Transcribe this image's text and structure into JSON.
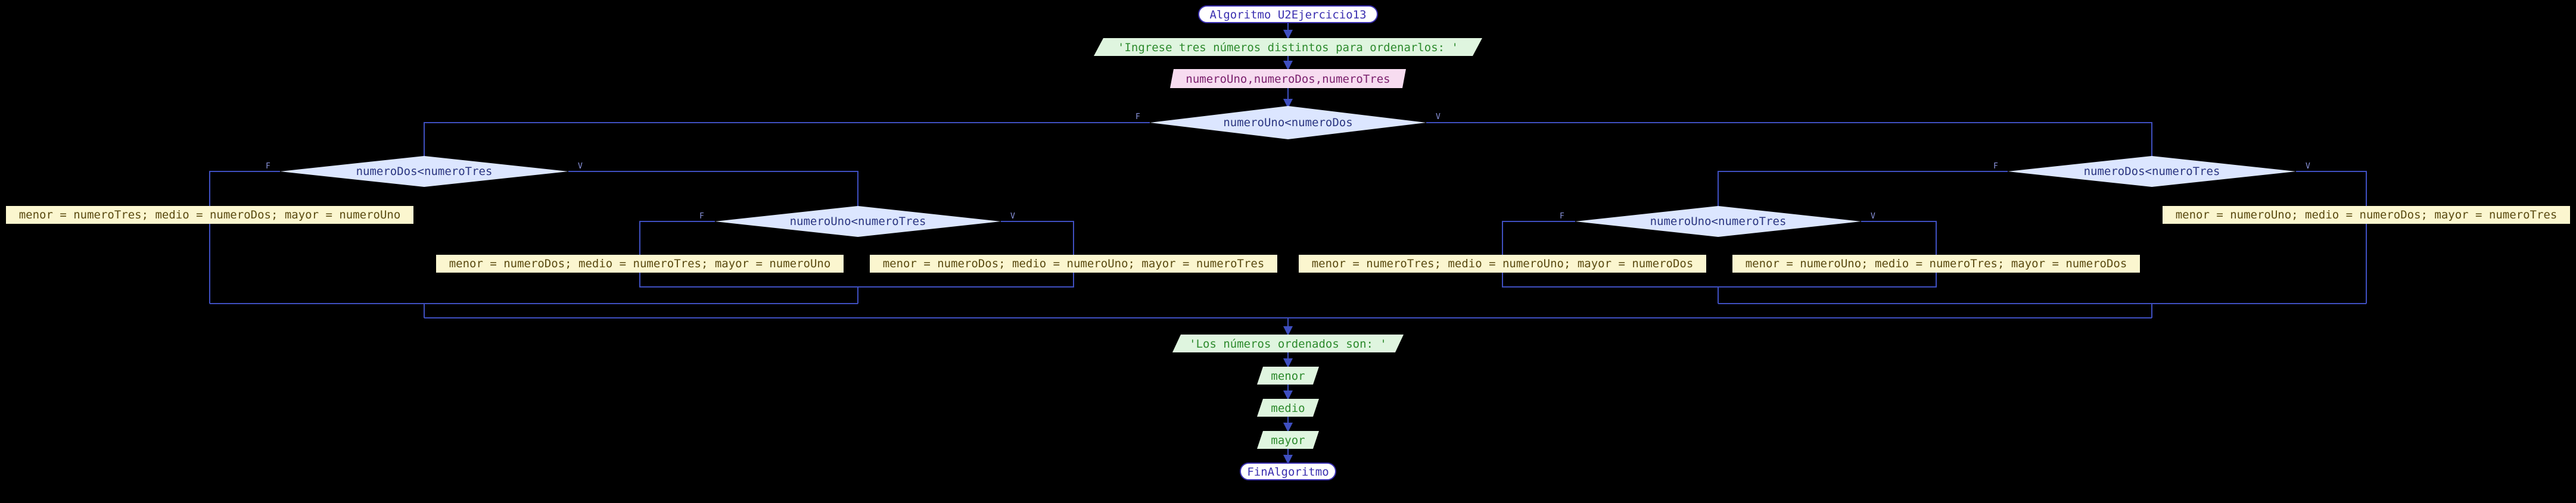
{
  "flowchart": {
    "start_label": "Algoritmo U2Ejercicio13",
    "prompt_label": "'Ingrese tres números distintos para ordenarlos: '",
    "read_label": "numeroUno,numeroDos,numeroTres",
    "cond_main": "numeroUno<numeroDos",
    "cond_left": "numeroDos<numeroTres",
    "cond_left_inner": "numeroUno<numeroTres",
    "cond_right": "numeroDos<numeroTres",
    "cond_right_inner": "numeroUno<numeroTres",
    "false_tag": "F",
    "true_tag": "V",
    "assign_1": "menor = numeroTres; medio = numeroDos; mayor = numeroUno",
    "assign_2": "menor = numeroDos; medio = numeroTres; mayor = numeroUno",
    "assign_3": "menor = numeroDos; medio = numeroUno; mayor = numeroTres",
    "assign_4": "menor = numeroTres; medio = numeroUno; mayor = numeroDos",
    "assign_5": "menor = numeroUno; medio = numeroTres; mayor = numeroDos",
    "assign_6": "menor = numeroUno; medio = numeroDos; mayor = numeroTres",
    "output_label": "'Los números ordenados son: '",
    "out_menor": "menor",
    "out_medio": "medio",
    "out_mayor": "mayor",
    "end_label": "FinAlgoritmo"
  },
  "colors": {
    "background": "#000000",
    "line": "#3f4fc0",
    "terminal_fill": "#ffffff",
    "terminal_text": "#3a2fb0",
    "output_fill": "#dff5df",
    "output_text": "#2c8a2c",
    "input_fill": "#f7dcf0",
    "input_text": "#7a1e6c",
    "decision_fill": "#dce6ff",
    "decision_text": "#2a3580",
    "process_fill": "#fbf6cf",
    "process_text": "#5a4a10"
  }
}
